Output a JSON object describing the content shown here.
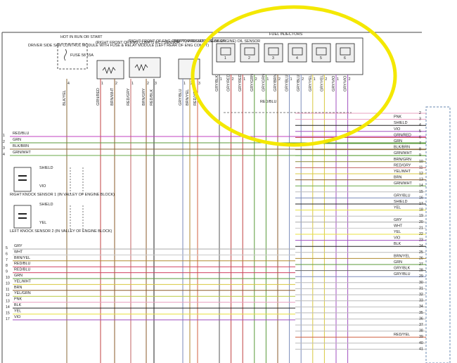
{
  "components": {
    "module": "DRIVER SIDE SAM CONTROL MODULE WITH FUSE & RELAY MODULE (LEFT REAR OF ENG COMPT)",
    "hot_in_run": "HOT IN RUN OR START",
    "fuse": "FUSE 58 15A",
    "ect": "(RIGHT FRONT OF ENG COMPT) ECT SENSOR",
    "pressure": "(RIGHT FRONT OF ENG COMPT) PRESSURE SENSOR",
    "oil": "(BOTTOM RIGHT SIDE OF ENGINE) OIL SENSOR",
    "injectors": "FUEL INJECTORS",
    "knock1": "RIGHT KNOCK SENSOR 1 (IN VALLEY OF ENGINE BLOCK)",
    "knock2": "LEFT KNOCK SENSOR 2 (IN VALLEY OF ENGINE BLOCK)",
    "red_blu": "RED/BLU",
    "shield": "SHIELD",
    "vio": "VIO",
    "yel": "YEL"
  },
  "top_wires": [
    {
      "label": "BLK/YEL",
      "pin": "4"
    },
    {
      "label": "GRN/RED",
      "pin": "1"
    },
    {
      "label": "BRN/WHT",
      "pin": "2"
    },
    {
      "label": "RED/GRY",
      "pin": "1"
    },
    {
      "label": "BRN/GRY",
      "pin": "2"
    },
    {
      "label": "RED/BLK",
      "pin": "3"
    },
    {
      "label": "GRY/BLU",
      "pin": "1"
    },
    {
      "label": "BRN/YEL",
      "pin": "2"
    },
    {
      "label": "RED/YEL",
      "pin": "3"
    }
  ],
  "injector_wires": [
    {
      "label": "GRY/BLK",
      "pin": "1"
    },
    {
      "label": "GRY/RED",
      "pin": "2"
    },
    {
      "label": "GRY/RED",
      "pin": "1"
    },
    {
      "label": "GRY/GRN",
      "pin": "2"
    },
    {
      "label": "GRY/GRN",
      "pin": "1"
    },
    {
      "label": "GRY/BRN",
      "pin": "2"
    },
    {
      "label": "GRY/BLU",
      "pin": "1"
    },
    {
      "label": "GRY/BLU",
      "pin": "2"
    },
    {
      "label": "GRY/YEL",
      "pin": "1"
    },
    {
      "label": "GRY/YEL",
      "pin": "2"
    },
    {
      "label": "GRY/VIO",
      "pin": "1"
    },
    {
      "label": "GRY/VIO",
      "pin": "2"
    }
  ],
  "injectors": [
    "1",
    "2",
    "3",
    "4",
    "5",
    "6"
  ],
  "left_wires": [
    {
      "num": "1",
      "label": "RED/BLU",
      "color": "#c040c0"
    },
    {
      "num": "2",
      "label": "GRN",
      "color": "#5a9a3a"
    },
    {
      "num": "3",
      "label": "BLK/BRN",
      "color": "#8a6a3a"
    },
    {
      "num": "4",
      "label": "GRN/WHT",
      "color": "#6aaa4a"
    }
  ],
  "left_wires2": [
    {
      "num": "5",
      "label": "GRY",
      "color": "#aaaaaa"
    },
    {
      "num": "6",
      "label": "WHT",
      "color": "#c8c8c8"
    },
    {
      "num": "7",
      "label": "BRN/YEL",
      "color": "#b08a30"
    },
    {
      "num": "8",
      "label": "RED/BLU",
      "color": "#d04060"
    },
    {
      "num": "9",
      "label": "RED/BLU",
      "color": "#d04060"
    },
    {
      "num": "10",
      "label": "GRN",
      "color": "#5a9a3a"
    },
    {
      "num": "10",
      "label": "YEL/WHT",
      "color": "#d8c840"
    },
    {
      "num": "11",
      "label": "BRN",
      "color": "#8a5a2a"
    },
    {
      "num": "12",
      "label": "YEL/GRN",
      "color": "#b8c840"
    },
    {
      "num": "13",
      "label": "PNK",
      "color": "#e8a0c0"
    },
    {
      "num": "14",
      "label": "BLK",
      "color": "#222222"
    },
    {
      "num": "15",
      "label": "YEL",
      "color": "#e8e040"
    },
    {
      "num": "17",
      "label": "VIO",
      "color": "#a050c0"
    }
  ],
  "right_wires": [
    {
      "num": "2",
      "label": "",
      "color": "#e8a0c0"
    },
    {
      "num": "3",
      "label": "PNK",
      "color": "#e8a0c0"
    },
    {
      "num": "4",
      "label": "SHIELD",
      "color": "#222222"
    },
    {
      "num": "5",
      "label": "VIO",
      "color": "#a050c0"
    },
    {
      "num": "6",
      "label": "GRN/RED",
      "color": "#c04040"
    },
    {
      "num": "7",
      "label": "GRN",
      "color": "#5a9a3a"
    },
    {
      "num": "8",
      "label": "BLK/BRN",
      "color": "#8a6a3a"
    },
    {
      "num": "9",
      "label": "GRN/WHT",
      "color": "#6aaa4a"
    },
    {
      "num": "10",
      "label": "BRN/GRN",
      "color": "#8a8a3a"
    },
    {
      "num": "11",
      "label": "RED/GRY",
      "color": "#c06060"
    },
    {
      "num": "12",
      "label": "YEL/WHT",
      "color": "#d8c840"
    },
    {
      "num": "13",
      "label": "BRN",
      "color": "#8a5a2a"
    },
    {
      "num": "14",
      "label": "GRN/WHT",
      "color": "#6aaa4a"
    },
    {
      "num": "15",
      "label": "",
      "color": "#bbbbbb"
    },
    {
      "num": "16",
      "label": "GRY/BLU",
      "color": "#7a8aba"
    },
    {
      "num": "17",
      "label": "SHIELD",
      "color": "#222222"
    },
    {
      "num": "18",
      "label": "YEL",
      "color": "#e8e040"
    },
    {
      "num": "19",
      "label": "",
      "color": "#bbbbbb"
    },
    {
      "num": "20",
      "label": "GRY",
      "color": "#aaaaaa"
    },
    {
      "num": "21",
      "label": "WHT",
      "color": "#c8c8c8"
    },
    {
      "num": "22",
      "label": "YEL",
      "color": "#e8e040"
    },
    {
      "num": "23",
      "label": "VIO",
      "color": "#a050c0"
    },
    {
      "num": "24",
      "label": "BLK",
      "color": "#222222"
    },
    {
      "num": "25",
      "label": "",
      "color": "#bbbbbb"
    },
    {
      "num": "26",
      "label": "BRN/YEL",
      "color": "#b08a30"
    },
    {
      "num": "27",
      "label": "GRN",
      "color": "#5a9a3a"
    },
    {
      "num": "28",
      "label": "GRY/BLK",
      "color": "#666666"
    },
    {
      "num": "29",
      "label": "GRY/BLU",
      "color": "#7a8aba"
    },
    {
      "num": "30",
      "label": "",
      "color": "#bbbbbb"
    },
    {
      "num": "31",
      "label": "",
      "color": "#bbbbbb"
    },
    {
      "num": "32",
      "label": "",
      "color": "#bbbbbb"
    },
    {
      "num": "33",
      "label": "",
      "color": "#bbbbbb"
    },
    {
      "num": "34",
      "label": "",
      "color": "#bbbbbb"
    },
    {
      "num": "35",
      "label": "",
      "color": "#bbbbbb"
    },
    {
      "num": "36",
      "label": "",
      "color": "#bbbbbb"
    },
    {
      "num": "37",
      "label": "",
      "color": "#bbbbbb"
    },
    {
      "num": "38",
      "label": "",
      "color": "#bbbbbb"
    },
    {
      "num": "39",
      "label": "RED/YEL",
      "color": "#d06040"
    },
    {
      "num": "40",
      "label": "",
      "color": "#bbbbbb"
    },
    {
      "num": "41",
      "label": "",
      "color": "#bbbbbb"
    }
  ],
  "highlight_color": "#f4e800"
}
